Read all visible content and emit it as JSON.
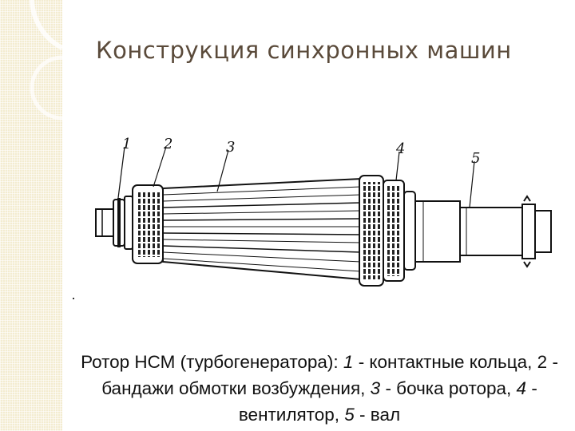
{
  "slide": {
    "title": "Конструкция синхронных машин",
    "figure": {
      "callouts": [
        "1",
        "2",
        "3",
        "4",
        "5"
      ]
    },
    "caption": {
      "prefix": "Ротор НСМ (турбогенератора): ",
      "items": [
        {
          "num": "1",
          "text": " - контактные кольца, "
        },
        {
          "num": "2",
          "text": " - бандажи обмотки возбуждения, "
        },
        {
          "num": "3",
          "text": " - бочка ротора, "
        },
        {
          "num": "4",
          "text": " - вентилятор, "
        },
        {
          "num": "5",
          "text": " - вал"
        }
      ]
    }
  },
  "theme": {
    "accent": "#5a4a3a",
    "band": "#f3ecd0"
  }
}
